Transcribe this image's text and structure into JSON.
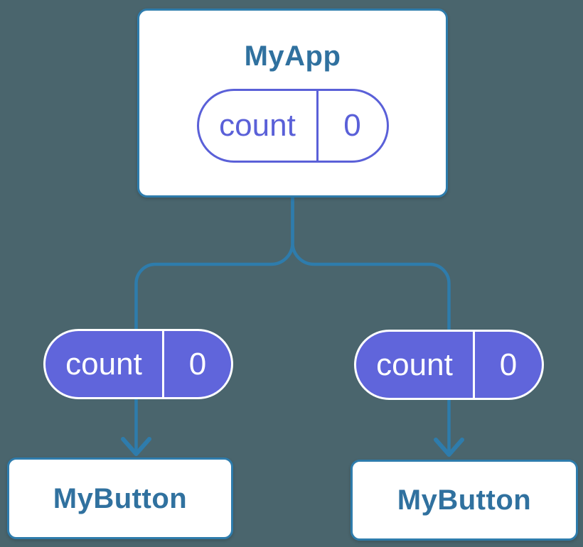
{
  "colors": {
    "background": "#4A656D",
    "connector_blue": "#2E7CAC",
    "component_title_blue": "#30719F",
    "state_pill_purple": "#6065DB",
    "state_pill_outline_purple": "#5A60D8",
    "card_background": "#FFFFFF"
  },
  "diagram": {
    "type": "react-component-tree",
    "root_component": {
      "title": "MyApp",
      "state_pill": {
        "name": "count",
        "value": "0"
      }
    },
    "child_components": [
      {
        "title": "MyButton",
        "prop_pill": {
          "name": "count",
          "value": "0"
        }
      },
      {
        "title": "MyButton",
        "prop_pill": {
          "name": "count",
          "value": "0"
        }
      }
    ]
  }
}
